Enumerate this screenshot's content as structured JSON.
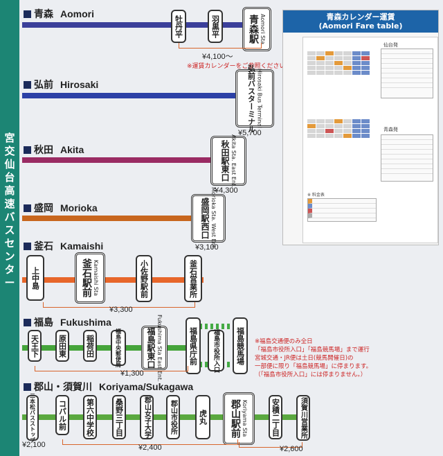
{
  "sidebar": {
    "title": "宮交仙台高速バスセンター"
  },
  "fare_table": {
    "title_ja": "青森カレンダー運賃",
    "title_en": "(Aomori Fare table)",
    "panel_left": "仙台発",
    "panel_right": "青森発",
    "legend": "※ 料金表"
  },
  "sections": {
    "aomori": {
      "ja": "青森",
      "en": "Aomori",
      "stops": [
        "牡丹平",
        "羽黒平"
      ],
      "main": "青森駅",
      "main_en": "Aomori Sta",
      "price": "¥4,100～",
      "note": "※運賃カレンダーをご参照ください→"
    },
    "hirosaki": {
      "ja": "弘前",
      "en": "Hirosaki",
      "main": "弘前バスターミナル",
      "main_en": "Hirosaki Bus Terminal",
      "price": "¥5,700"
    },
    "akita": {
      "ja": "秋田",
      "en": "Akita",
      "main": "秋田駅東口",
      "main_en": "Akita Sta. East Ent.",
      "price": "¥4,300"
    },
    "morioka": {
      "ja": "盛岡",
      "en": "Morioka",
      "main": "盛岡駅西口",
      "main_en": "Morioka Sta. West Ent.",
      "price": "¥3,100"
    },
    "kamaishi": {
      "ja": "釜石",
      "en": "Kamaishi",
      "stops": [
        "上中島",
        "小佐野駅前",
        "釜石営業所"
      ],
      "main": "釜石駅前",
      "main_en": "Kamaishi Sta",
      "price": "¥3,300"
    },
    "fukushima": {
      "ja": "福島",
      "en": "Fukushima",
      "stops": [
        "天王下",
        "原田東",
        "稲荷田",
        "福島中央郵便局",
        "福島県庁前",
        "福島市役所入口",
        "福島競馬場"
      ],
      "main": "福島駅東口",
      "main_en": "Fukushima Sta East Ent.",
      "price": "¥1,300",
      "note_lines": [
        "※福島交通便のみ全日",
        "「福島市役所入口」「福島競馬場」まで運行",
        "宮城交通・JR便は土日(競馬開催日)の",
        "一部便に限り「福島競馬場」に停まります。",
        "（「福島市役所入口」には停まりません。）"
      ]
    },
    "koriyama": {
      "ja": "郡山・須賀川",
      "en": "Koriyama/Sukagawa",
      "stops": [
        "二本松バスストップ",
        "コパル前",
        "第六中学校",
        "桑野三丁目",
        "郡山女子大学",
        "郡山市役所",
        "虎丸",
        "安積二丁目",
        "須賀川営業所"
      ],
      "main": "郡山駅前",
      "main_en": "Koriyama Sta",
      "prices": [
        "¥2,100",
        "¥2,400",
        "¥2,600"
      ]
    }
  },
  "colors": {
    "aomori": "#3b3f9a",
    "hirosaki": "#2c40a6",
    "akita": "#9a2b63",
    "morioka": "#c8661e",
    "kamaishi": "#e7662a",
    "fukushima": "#45a43a",
    "koriyama": "#5aa83f",
    "sidebar": "#1c8574",
    "note": "#cc2222"
  }
}
